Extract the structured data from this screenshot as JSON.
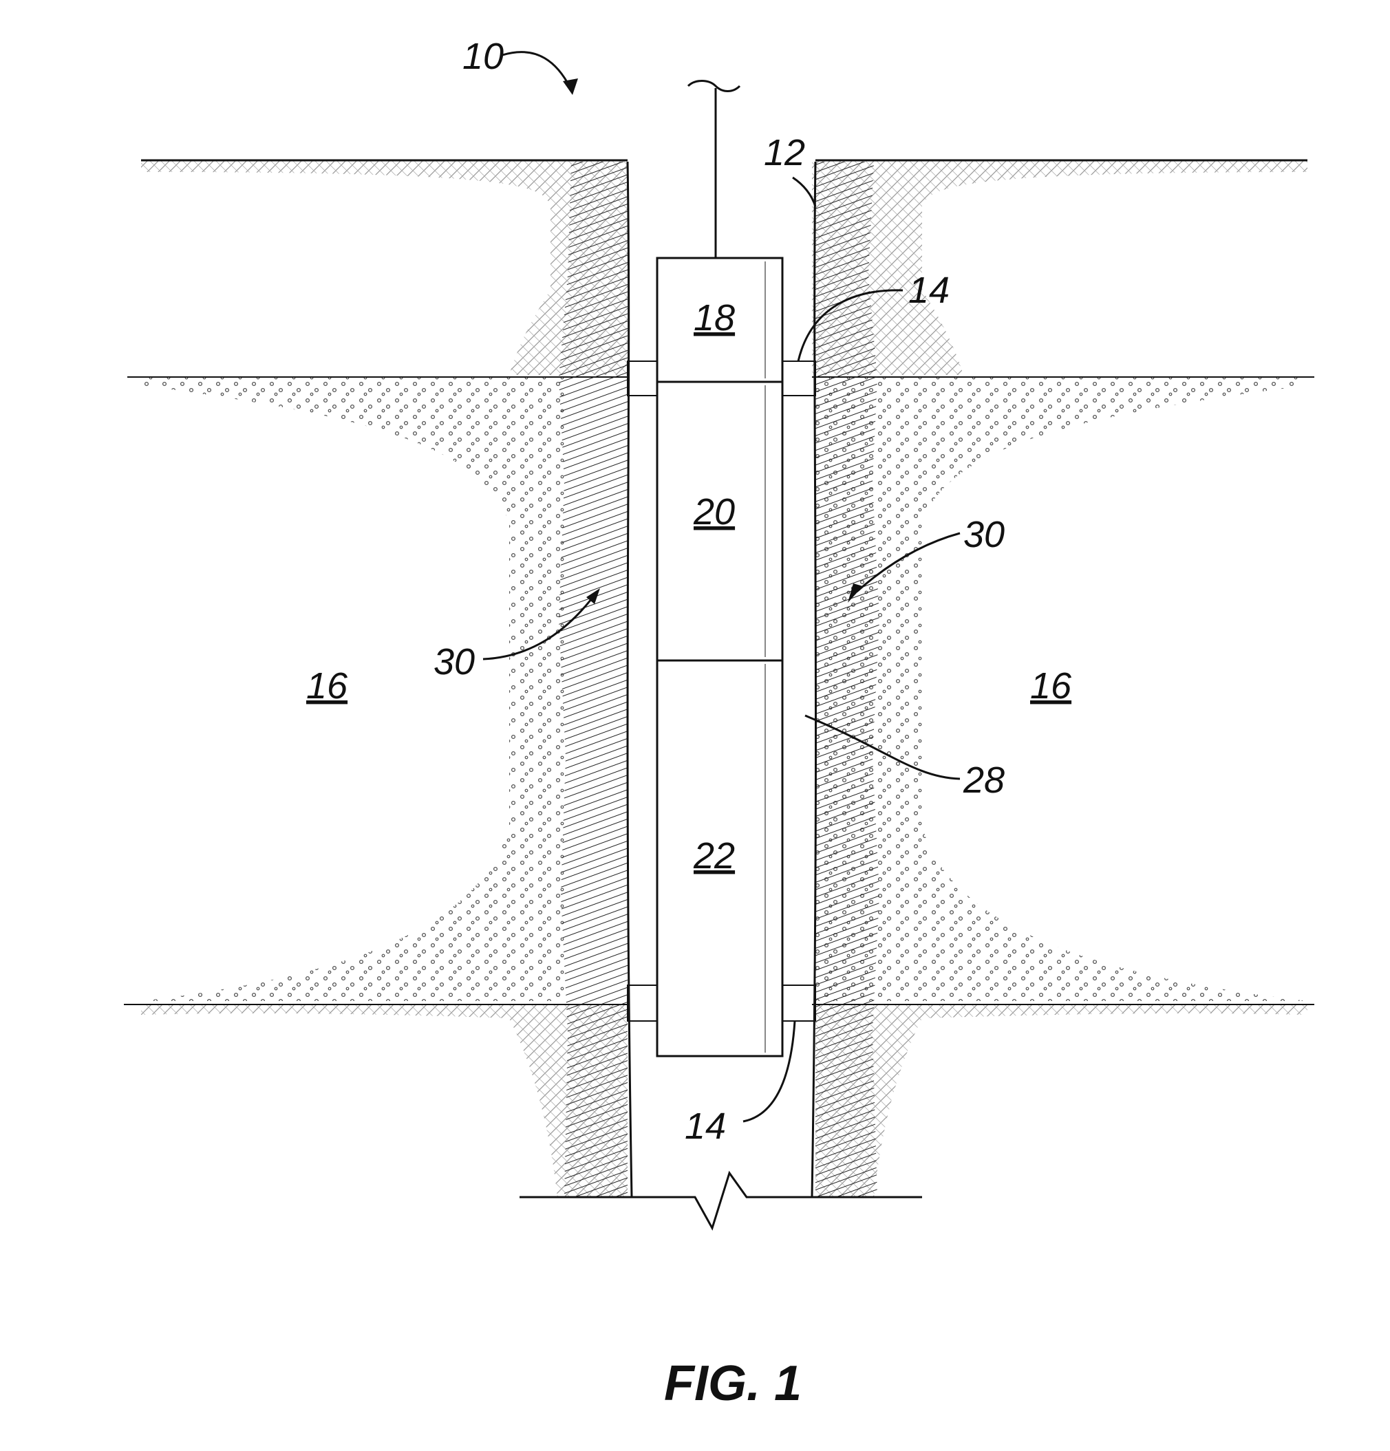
{
  "figure": {
    "caption": "FIG. 1",
    "colors": {
      "ink": "#111111",
      "paper": "#ffffff"
    },
    "labels": {
      "system": "10",
      "wellbore": "12",
      "packer_upper": "14",
      "packer_lower": "14",
      "formation_left": "16",
      "formation_right": "16",
      "tool_upper": "18",
      "tool_middle": "20",
      "tool_lower": "22",
      "annulus": "28",
      "damaged_zone_left": "30",
      "damaged_zone_right": "30"
    }
  }
}
